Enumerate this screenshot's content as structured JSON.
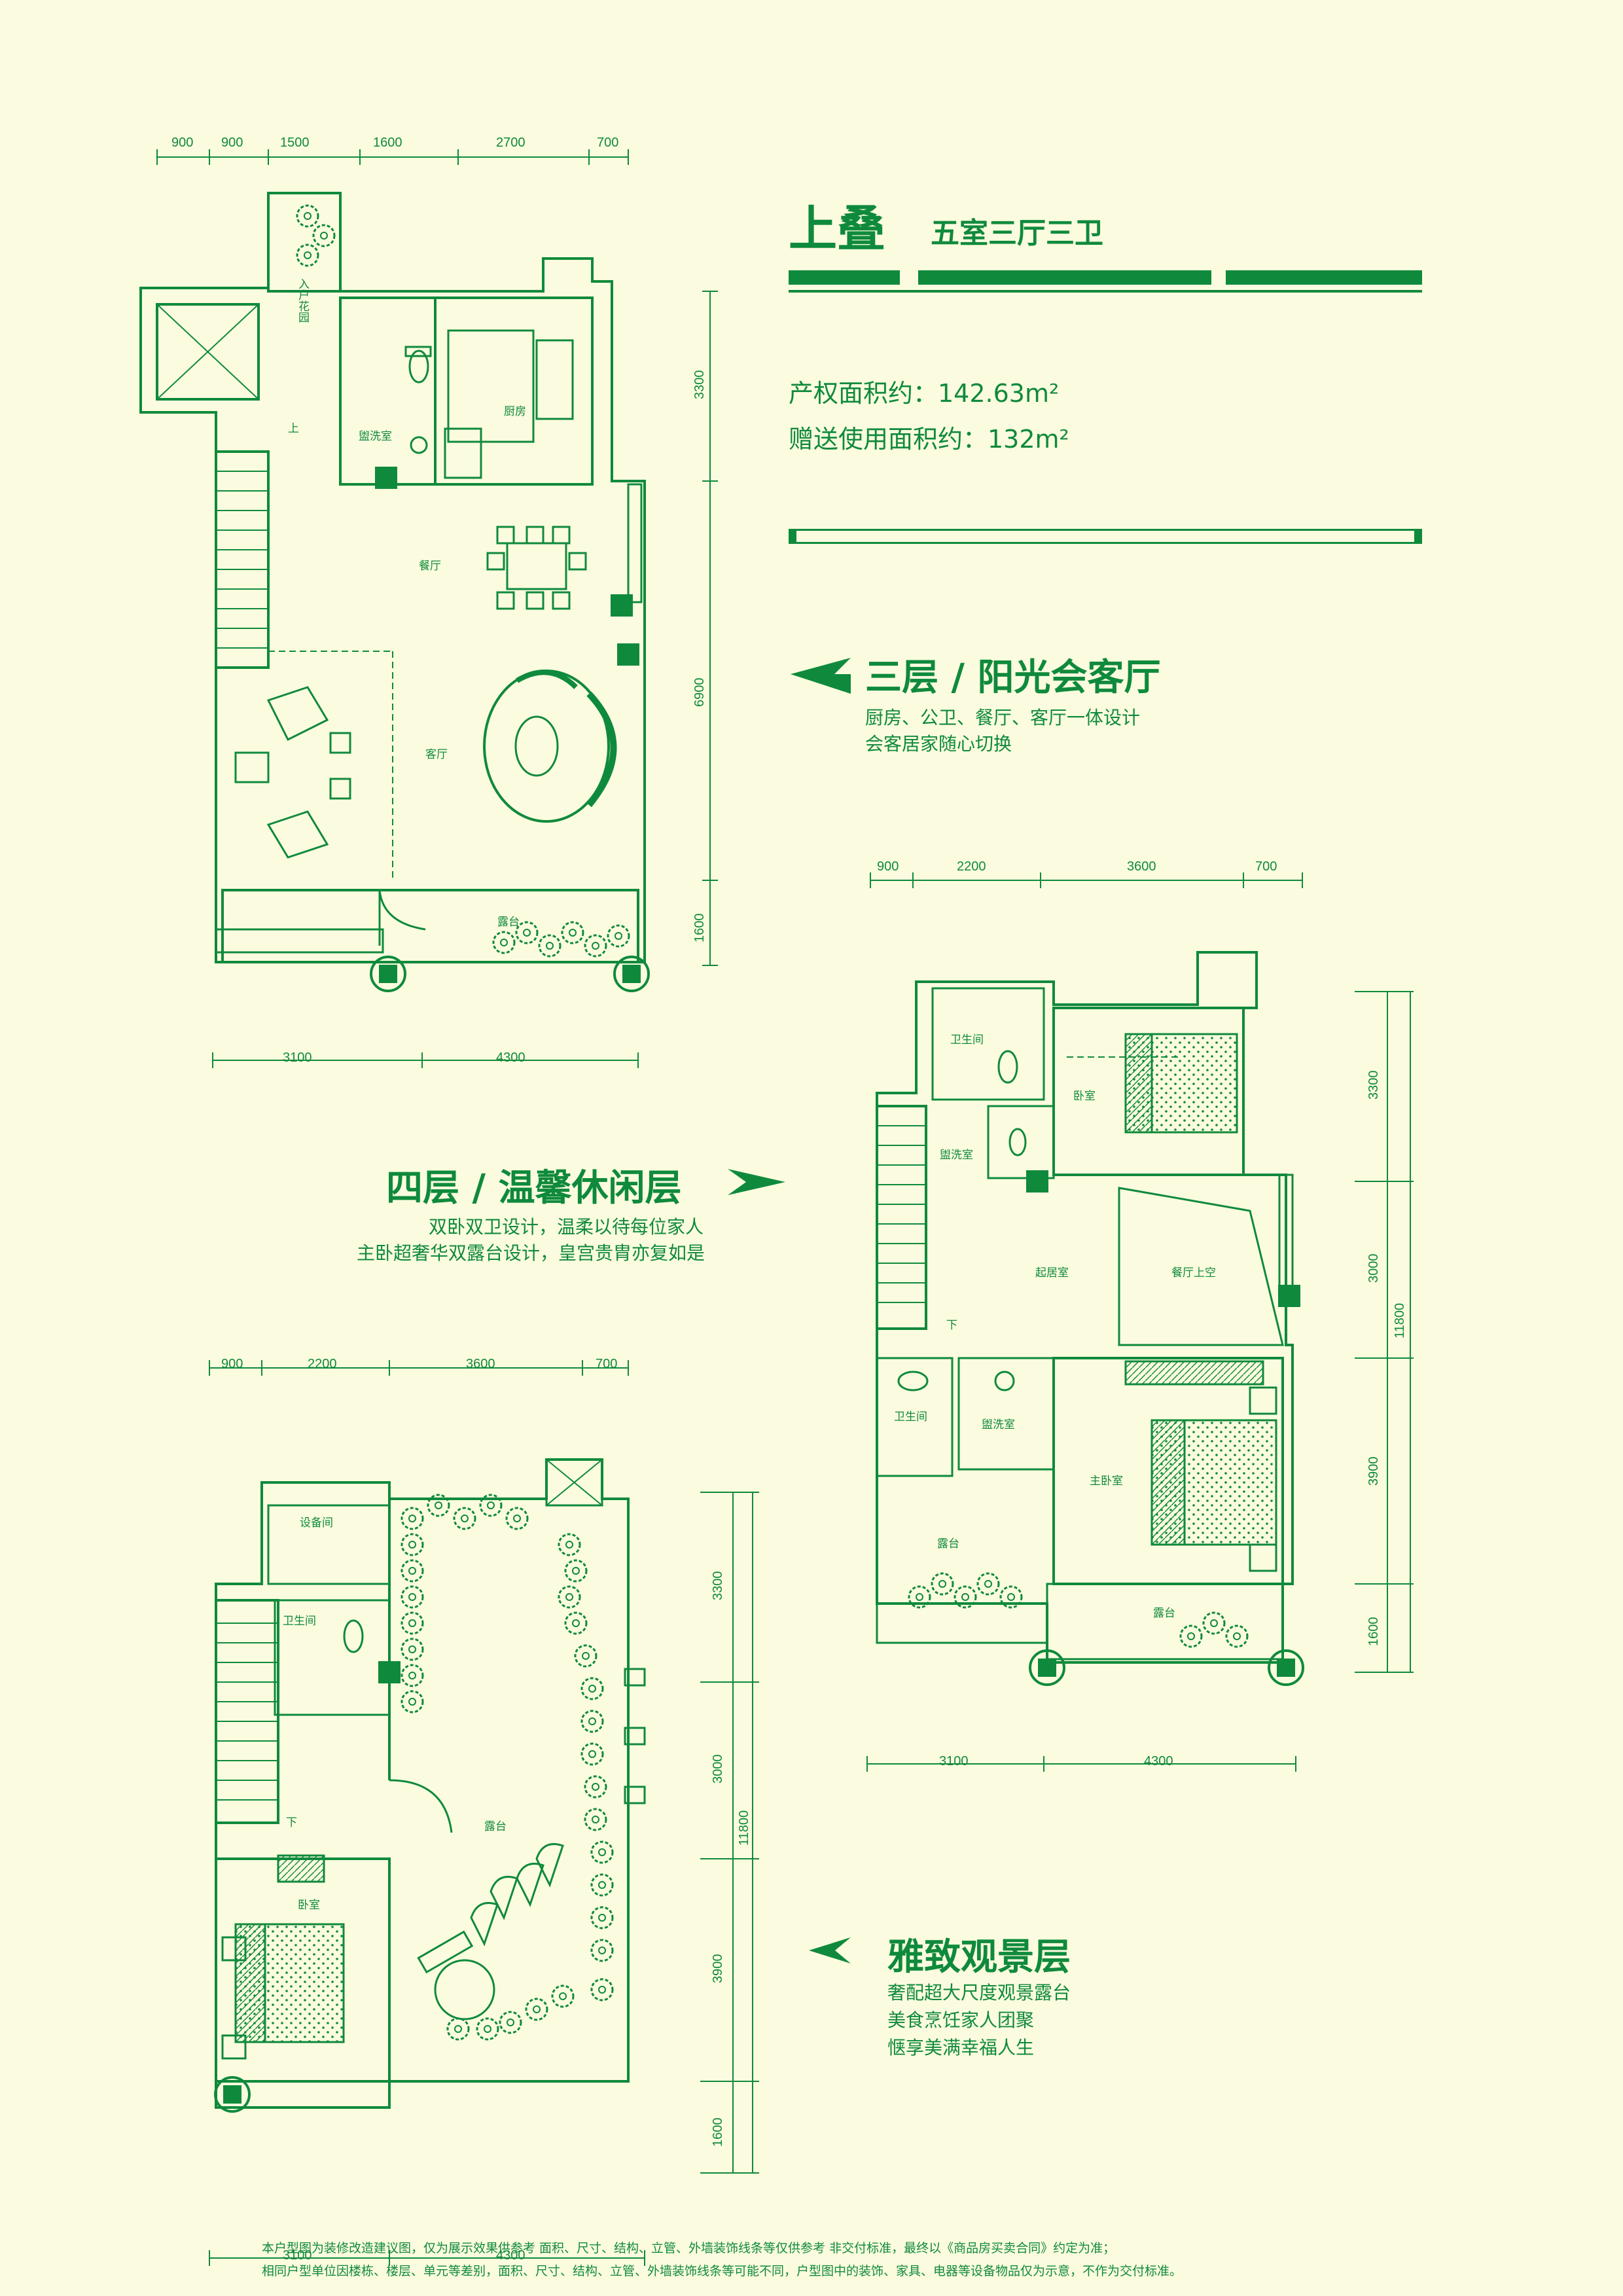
{
  "header": {
    "title": "上叠",
    "subtitle": "五室三厅三卫",
    "area_property": "产权面积约：142.63m²",
    "area_gift": "赠送使用面积约：132m²"
  },
  "floor3": {
    "name": "三层 / 阳光会客厅",
    "desc": [
      "厨房、公卫、餐厅、客厅一体设计",
      "会客居家随心切换"
    ],
    "top_dims": [
      "900",
      "900",
      "1500",
      "1600",
      "2700",
      "700"
    ],
    "right_dims": [
      "3300",
      "6900",
      "1600"
    ],
    "bottom_dims": [
      "3100",
      "4300"
    ],
    "rooms": {
      "garden": "入户花园",
      "washroom": "盥洗室",
      "kitchen": "厨房",
      "up": "上",
      "dining": "餐厅",
      "living": "客厅",
      "terrace": "露台"
    }
  },
  "floor4": {
    "name": "四层 / 温馨休闲层",
    "desc": [
      "双卧双卫设计，温柔以待每位家人",
      "主卧超奢华双露台设计，皇宫贵胄亦复如是"
    ],
    "top_dims": [
      "900",
      "2200",
      "3600",
      "700"
    ],
    "right_dims": [
      "3300",
      "3000",
      "3900",
      "1600"
    ],
    "total_dim": "11800",
    "bottom_dims": [
      "3100",
      "4300"
    ],
    "rooms": {
      "bath1": "卫生间",
      "bedroom": "卧室",
      "washroom": "盥洗室",
      "family": "起居室",
      "dining_void": "餐厅上空",
      "down": "下",
      "bath2": "卫生间",
      "washroom2": "盥洗室",
      "master": "主卧室",
      "terrace1": "露台",
      "terrace2": "露台"
    }
  },
  "floor5": {
    "name": "雅致观景层",
    "desc": [
      "奢配超大尺度观景露台",
      "美食烹饪家人团聚",
      "惬享美满幸福人生"
    ],
    "top_dims": [
      "900",
      "2200",
      "3600",
      "700"
    ],
    "right_dims": [
      "3300",
      "3000",
      "3900",
      "1600"
    ],
    "total_dim": "11800",
    "bottom_dims": [
      "3100",
      "4300"
    ],
    "rooms": {
      "equipment": "设备间",
      "bath": "卫生间",
      "down": "下",
      "bedroom": "卧室",
      "terrace": "露台"
    }
  },
  "footnote": [
    "本户型图为装修改造建议图，仅为展示效果供参考 面积、尺寸、结构、立管、外墙装饰线条等仅供参考 非交付标准，最终以《商品房买卖合同》约定为准；",
    "相同户型单位因楼栋、楼层、单元等差别，面积、尺寸、结构、立管、外墙装饰线条等可能不同，户型图中的装饰、家具、电器等设备物品仅为示意，不作为交付标准。"
  ],
  "colors": {
    "primary": "#0f8a3c",
    "background": "#fbfbdf"
  }
}
